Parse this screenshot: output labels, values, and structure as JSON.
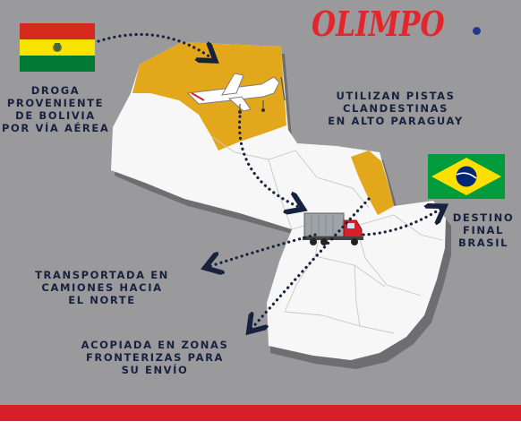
{
  "brand": {
    "logo_text": "OLIMPO",
    "logo_color": "#e4252b",
    "dot_color": "#1f3a8a"
  },
  "colors": {
    "background": "#9a9a9c",
    "map_land": "#f7f7f7",
    "highlight_region": "#e3a71b",
    "label_text": "#17223f",
    "arrow": "#17223f",
    "footer": "#d8202b"
  },
  "labels": {
    "origin": [
      "DROGA",
      "PROVENIENTE",
      "DE BOLIVIA",
      "POR VÍA AÉREA"
    ],
    "airstrips": [
      "UTILIZAN PISTAS",
      "CLANDESTINAS",
      "EN ALTO PARAGUAY"
    ],
    "destination": [
      "DESTINO",
      "FINAL",
      "BRASIL"
    ],
    "transport": [
      "TRANSPORTADA EN",
      "CAMIONES HACIA",
      "EL NORTE"
    ],
    "stockpile": [
      "ACOPIADA EN ZONAS",
      "FRONTERIZAS PARA",
      "SU ENVÍO"
    ]
  },
  "flags": [
    {
      "country": "Bolivia",
      "icon": "bolivia-flag",
      "stripes": [
        "#d52b1e",
        "#f9e300",
        "#007934"
      ]
    },
    {
      "country": "Brasil",
      "icon": "brazil-flag",
      "colors": [
        "#009b3a",
        "#fedf00",
        "#002776"
      ]
    }
  ],
  "icons": [
    "airplane-icon",
    "truck-icon"
  ]
}
